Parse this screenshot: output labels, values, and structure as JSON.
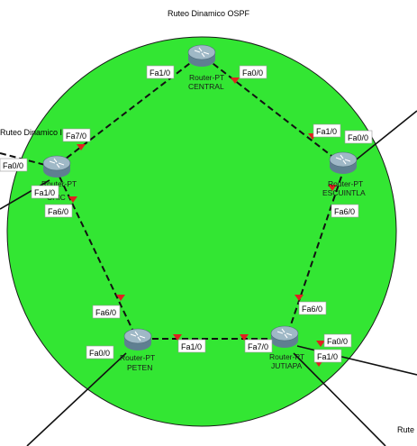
{
  "diagram": {
    "area_title": "Ruteo Dinamico OSPF",
    "area_title_left": "Ruteo Dinamico I",
    "area_title_bottom_right": "Rute",
    "colors": {
      "area_fill": "#33e633",
      "area_stroke": "#1a1a1a",
      "link": "#111111",
      "link_marker": "#e02020",
      "router_body": "#5f7f91",
      "router_top": "#9fb8c6"
    },
    "routers": [
      {
        "id": "central",
        "line1": "Router-PT",
        "line2": "CENTRAL"
      },
      {
        "id": "escuintla",
        "line1": "Router-PT",
        "line2": "ESCUINTLA"
      },
      {
        "id": "jutiapa",
        "line1": "Router-PT",
        "line2": "JUTIAPA"
      },
      {
        "id": "peten",
        "line1": "Router-PT",
        "line2": "PETEN"
      },
      {
        "id": "left",
        "line1": "Router-PT",
        "line2": "CHIC"
      }
    ],
    "ports": [
      {
        "id": "central-fa10",
        "text": "Fa1/0"
      },
      {
        "id": "central-fa00",
        "text": "Fa0/0"
      },
      {
        "id": "escuintla-fa10",
        "text": "Fa1/0"
      },
      {
        "id": "escuintla-fa00",
        "text": "Fa0/0"
      },
      {
        "id": "escuintla-fa60",
        "text": "Fa6/0"
      },
      {
        "id": "jutiapa-fa60",
        "text": "Fa6/0"
      },
      {
        "id": "jutiapa-fa00",
        "text": "Fa0/0"
      },
      {
        "id": "jutiapa-fa10b",
        "text": "Fa1/0"
      },
      {
        "id": "jutiapa-fa70",
        "text": "Fa7/0"
      },
      {
        "id": "peten-fa10",
        "text": "Fa1/0"
      },
      {
        "id": "peten-fa60",
        "text": "Fa6/0"
      },
      {
        "id": "peten-fa00",
        "text": "Fa0/0"
      },
      {
        "id": "left-fa60",
        "text": "Fa6/0"
      },
      {
        "id": "left-fa10",
        "text": "Fa1/0"
      },
      {
        "id": "left-fa00",
        "text": "Fa0/0"
      },
      {
        "id": "left-fa70",
        "text": "Fa7/0"
      }
    ]
  }
}
